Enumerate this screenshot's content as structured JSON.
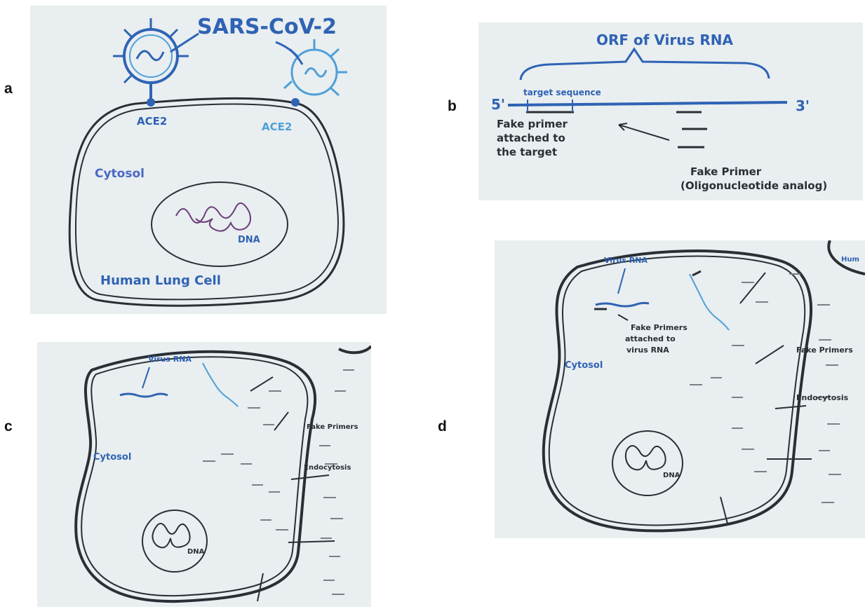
{
  "panel_labels": {
    "a": "a",
    "b": "b",
    "c": "c",
    "d": "d"
  },
  "colors": {
    "paper": "#e9eef0",
    "ink_blue": "#2f63b4",
    "ink_light_blue": "#4fa0d8",
    "ink_dark": "#2a2f36",
    "ink_purple": "#6b3f7a"
  },
  "panel_a": {
    "virus_label": "SARS-CoV-2",
    "receptor_left": "ACE2",
    "receptor_right": "ACE2",
    "cytosol": "Cytosol",
    "dna": "DNA",
    "cell": "Human Lung Cell"
  },
  "panel_b": {
    "orf": "ORF of Virus RNA",
    "five_prime": "5'",
    "three_prime": "3'",
    "target": "target sequence",
    "attached_1": "Fake primer",
    "attached_2": "attached to",
    "attached_3": "the target",
    "fake_1": "Fake Primer",
    "fake_2": "(Oligonucleotide analog)"
  },
  "panel_c": {
    "virus_rna": "Virus RNA",
    "cytosol": "Cytosol",
    "fake_primers": "Fake Primers",
    "endocytosis": "Endocytosis",
    "dna": "DNA"
  },
  "panel_d": {
    "virus_rna": "Virus RNA",
    "attached_1": "Fake Primers",
    "attached_2": "attached to",
    "attached_3": "virus RNA",
    "cytosol": "Cytosol",
    "fake_primers": "Fake Primers",
    "endocytosis": "Endocytosis",
    "dna": "DNA",
    "neighbor": "Hum"
  }
}
